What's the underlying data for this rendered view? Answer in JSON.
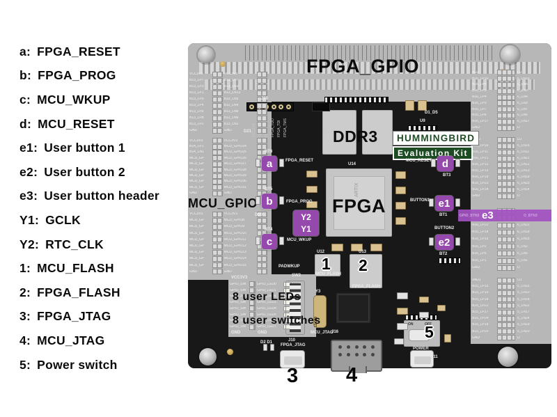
{
  "colors": {
    "purple": "#9649ad",
    "purple_band": "#a252c1",
    "board_dark": "#181818",
    "highlight": "#b7b7b7",
    "green_dark": "#1d4b22",
    "badge_white": "#ffffff"
  },
  "legend": {
    "items": [
      {
        "key": "a:",
        "label": "FPGA_RESET"
      },
      {
        "key": "b:",
        "label": "FPGA_PROG"
      },
      {
        "key": "c:",
        "label": "MCU_WKUP"
      },
      {
        "key": "d:",
        "label": "MCU_RESET"
      },
      {
        "key": "e1:",
        "label": "User button 1"
      },
      {
        "key": "e2:",
        "label": "User button 2"
      },
      {
        "key": "e3:",
        "label": "User button header"
      },
      {
        "key": "Y1:",
        "label": "GCLK"
      },
      {
        "key": "Y2:",
        "label": "RTC_CLK"
      },
      {
        "key": "1:",
        "label": "MCU_FLASH"
      },
      {
        "key": "2:",
        "label": "FPGA_FLASH"
      },
      {
        "key": "3:",
        "label": "FPGA_JTAG"
      },
      {
        "key": "4:",
        "label": "MCU_JTAG"
      },
      {
        "key": "5:",
        "label": "Power switch"
      }
    ]
  },
  "board": {
    "fpga_gpio": "FPGA_GPIO",
    "mcu_gpio": "MCU_GPIO",
    "ddr3": "DDR3",
    "fpga": "FPGA",
    "artix": "ARTIX",
    "hummingbird": "HUMMINGBIRD",
    "evaluation_kit": "Evaluation Kit",
    "user_leds": "8 user LEDs",
    "user_switches": "8 user switches",
    "markers": {
      "a": "a",
      "b": "b",
      "c": "c",
      "d": "d",
      "e1": "e1",
      "e2": "e2",
      "e3": "e3",
      "y1": "Y1",
      "y2": "Y2",
      "n1": "1",
      "n2": "2",
      "n3": "3",
      "n4": "4",
      "n5": "5"
    },
    "silk": {
      "fpga_reset": "FPGA_RESET",
      "fpga_prog": "FPGA_PROG",
      "mcu_wkup": "MCU_WKUP",
      "mcu_reset": "MCU_RESET",
      "button1": "BUTTON1",
      "button2": "BUTTON2",
      "bt6": "BT6",
      "bt5": "BT5",
      "bt4": "BT4",
      "bt3": "BT3",
      "bt1": "BT1",
      "bt2": "BT2",
      "d20": "D20",
      "d21": "D21",
      "padwkup": "PADWKUP",
      "j19": "J19",
      "u14": "U14",
      "u12": "U12",
      "u13": "U13",
      "mcu_flash": "MCU_FLASH",
      "fpga_flash": "FPGA_FLASH",
      "mcu_jtag": "MCU_JTAG",
      "j16": "J16",
      "j10": "J10",
      "fpga_jtag": "FPGA_JTAG",
      "power": "POWER",
      "j11": "J11",
      "d2d1": "D2  D1",
      "y3": "Y3",
      "crystal": "12.000",
      "sw2": "SW2",
      "vcc": "VCC3V3",
      "gnd1": "GND",
      "gnd2": "GND",
      "d1d5": "D1_D5",
      "u9": "U9",
      "on": "ON",
      "off": "OFF"
    },
    "rotated_labels": [
      "VCC3V3",
      "GND",
      "FPGA_TDI",
      "FPGA_TDO",
      "FPGA_TDI",
      "FPGA_TMS",
      "PADBIT",
      "PADCN"
    ],
    "e3_row": {
      "left": "GPIO_BTN3",
      "right": "O_BTN3"
    },
    "pin_blocks": {
      "lb1": {
        "left": [
          "VCC3V3",
          "B13_LP7",
          "B13_LP3",
          "B13_LP1",
          "B13_LP5",
          "B13_LP4",
          "B13_LP6",
          "B13_LP8",
          "B13_LP2",
          "GND"
        ],
        "right": [
          "VCC3V3",
          "B13_LN7",
          "B13_LN3",
          "B13_LN13",
          "B13_LN5",
          "B13_LN4",
          "B13_LN8",
          "B13_LN6",
          "B13_LN2",
          "GND"
        ]
      },
      "lb2": {
        "left": [
          "VCC3V3",
          "B14_LP1",
          "B14_LN1",
          "MCU_GP",
          "MCU_GP",
          "MCU_GP",
          "MCU_GP",
          "MCU_GP",
          "MCU_GP",
          "GND"
        ],
        "right": [
          "VCC3V3",
          "MCU_GPIO24",
          "MCU_GPIO25",
          "MCU_GPIO26",
          "MCU_GPIO27",
          "MCU_GPIO28",
          "MCU_GPIO29",
          "MCU_GPIO30",
          "MCU_GPIO31",
          "GND"
        ]
      },
      "lb3": {
        "left": [
          "VCC3V3",
          "MCU_GP",
          "MCU_GP",
          "MCU_GP",
          "MCU_GP",
          "MCU_GP",
          "MCU_GP",
          "MCU_GP",
          "MCU_GP",
          "GND"
        ],
        "right": [
          "VCC3V3",
          "MCU_GPIO8",
          "MCU_GPIO9",
          "MCU_GPIO10",
          "MCU_GPIO11",
          "MCU_GPIO12",
          "MCU_GPIO13",
          "MCU_GPIO14",
          "MCU_GPIO15",
          "GND"
        ]
      },
      "rb1": {
        "left": [
          "ADJ",
          "B16_LP10",
          "B16_LP8",
          "B16_LP9",
          "B16_LP4",
          "B16_LP3",
          "B16_LP7",
          "B16_LP6",
          "B16_LP17",
          "GND"
        ],
        "right": [
          "DJ",
          "6_LN10",
          "6_LN8",
          "6_LN9",
          "6_LN4",
          "6_LN3",
          "6_LN7",
          "6_LN6",
          "6_LN17",
          "D"
        ]
      },
      "rb2": {
        "left": [
          "VADJ",
          "B16_LP16",
          "B16_LP11",
          "B16_LP21",
          "B16_LP12",
          "B16_LP13",
          "B16_LP19",
          "B16_LP23",
          "B16_LP14",
          "GND"
        ],
        "right": [
          "DJ",
          "6_LN16",
          "6_LN11",
          "6_LN21",
          "6_LN12",
          "6_LN13",
          "6_LN19",
          "6_LN23",
          "6_LN14",
          "D"
        ]
      },
      "rb3": {
        "left": [
          "VADJ",
          "GPIO_BTN3",
          "B16_LP22",
          "B16_LP18",
          "B16_LP15",
          "B16_LP2",
          "B16_LP5",
          "B16_LP1",
          "GND"
        ],
        "right": [
          "DJ",
          "O_BTN3",
          "6_LN22",
          "6_LN18",
          "6_LN15",
          "6_LN2",
          "6_LN5",
          "6_LN1",
          "D"
        ]
      },
      "rb4": {
        "left": [
          "VADJ",
          "B15_LP15",
          "B15_LP10",
          "B15_LP18",
          "B15_LP22",
          "B15_LP17",
          "B15_LP24",
          "B15_LP19",
          "B15_LP20",
          "GND"
        ],
        "right": [
          "DJ",
          "5_LN15",
          "5_LN10",
          "5_LN18",
          "5_LN22",
          "5_LN17",
          "5_LN24",
          "5_LN19",
          "5_LN20",
          "D"
        ]
      }
    },
    "led_rows": [
      {
        "sw": "GPIO_SW",
        "led": "GPIO_LED0",
        "lbl": "LED0"
      },
      {
        "sw": "GPIO_SW",
        "led": "GPIO_LED1",
        "lbl": "LED1"
      },
      {
        "sw": "GPIO_SW",
        "led": "GPIO_LED2",
        "lbl": "LED2"
      },
      {
        "sw": "GPIO_SW",
        "led": "GPIO_LED3",
        "lbl": "LED3"
      },
      {
        "sw": "GPIO_SW",
        "led": "GPIO_LED4",
        "lbl": "LED4"
      },
      {
        "sw": "GPIO_SW",
        "led": "GPIO_LED5",
        "lbl": "LED5"
      },
      {
        "sw": "GPIO_SW",
        "led": "GPIO_LED6",
        "lbl": "LED6"
      },
      {
        "sw": "GPIO_SW",
        "led": "GPIO_LED7",
        "lbl": "LED7"
      }
    ]
  }
}
